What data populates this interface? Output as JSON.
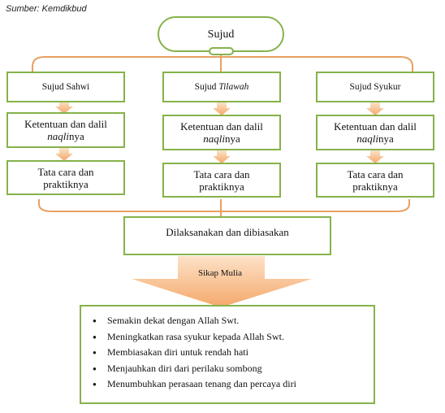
{
  "source": "Sumber: Kemdikbud",
  "root": "Sujud",
  "branches": [
    {
      "title_main": "Sujud Sahwi",
      "title_italic": "",
      "rule_prefix": "Ketentuan dan dalil",
      "rule_italic": "naqli",
      "rule_suffix": "nya",
      "practice": "Tata cara dan praktiknya"
    },
    {
      "title_main": "Sujud ",
      "title_italic": "Tilawah",
      "rule_prefix": "Ketentuan dan dalil",
      "rule_italic": "naqli",
      "rule_suffix": "nya",
      "practice": "Tata cara dan praktiknya"
    },
    {
      "title_main": "Sujud Syukur",
      "title_italic": "",
      "rule_prefix": "Ketentuan dan dalil",
      "rule_italic": "naqli",
      "rule_suffix": "nya",
      "practice": "Tata cara dan praktiknya"
    }
  ],
  "dilaksanakan": "Dilaksanakan dan dibiasakan",
  "sikap_mulia": "Sikap Mulia",
  "outcomes": [
    "Semakin dekat dengan Allah Swt.",
    "Meningkatkan rasa syukur kepada Allah Swt.",
    "Membiasakan diri untuk rendah hati",
    "Menjauhkan diri dari perilaku sombong",
    "Menumbuhkan perasaan tenang dan percaya diri"
  ],
  "colors": {
    "border": "#86b24a",
    "connector": "#e8a060",
    "arrow_light": "#fde2c8",
    "arrow_dark": "#f4a86a"
  }
}
